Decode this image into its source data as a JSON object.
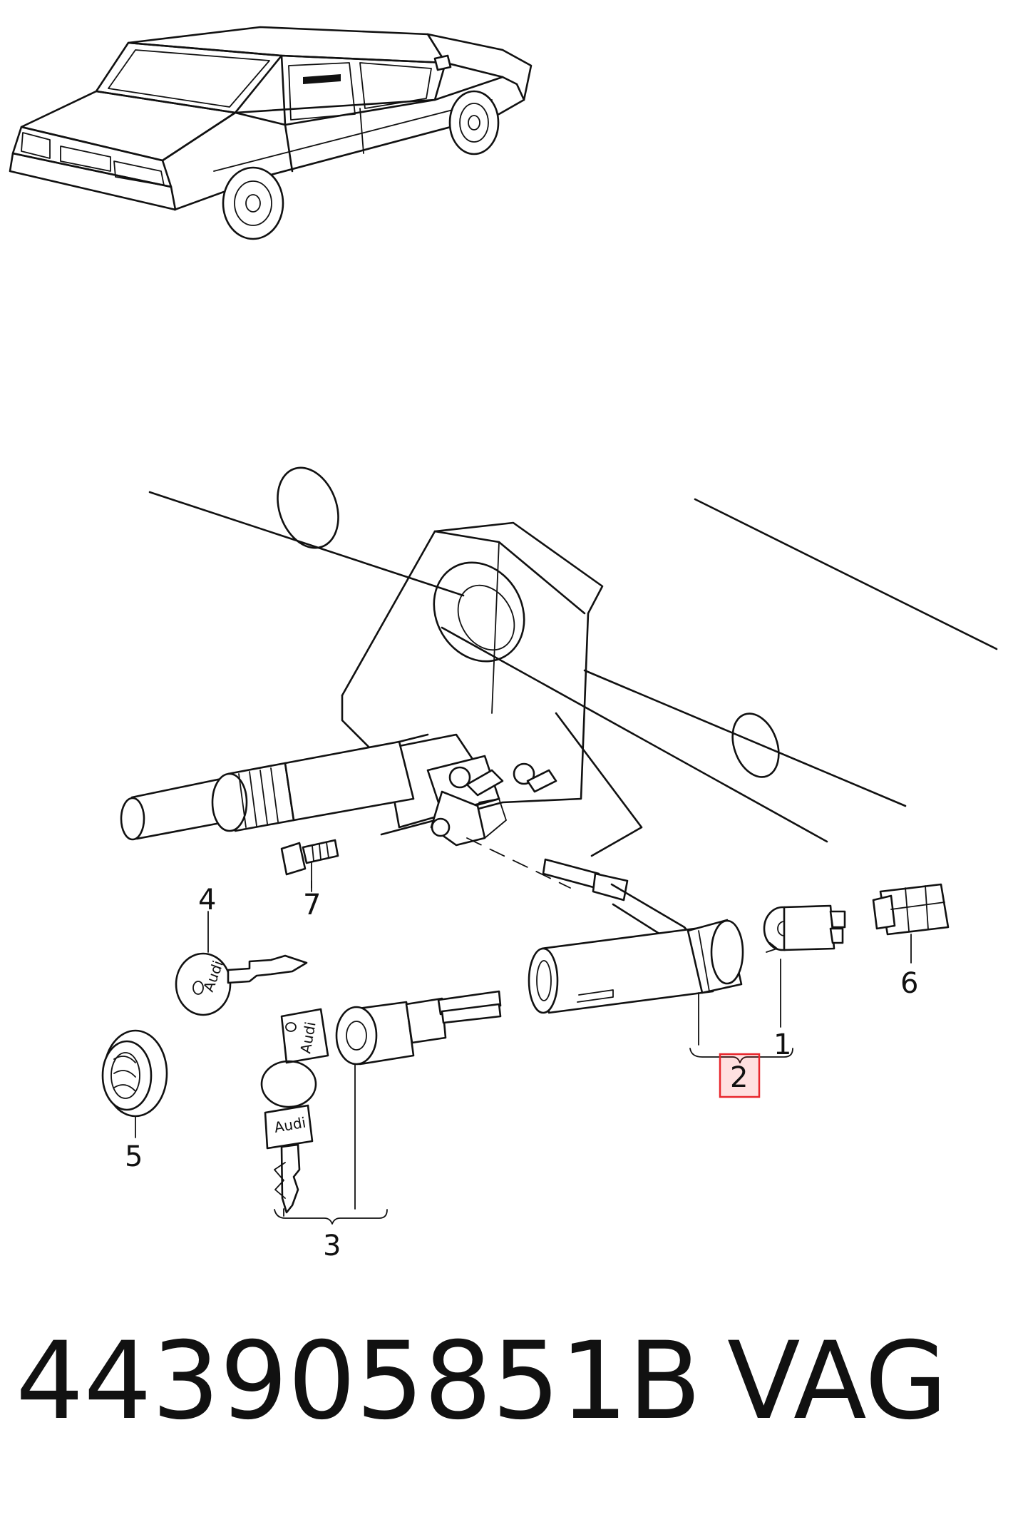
{
  "diagram": {
    "callouts": [
      {
        "id": "1",
        "label": "1"
      },
      {
        "id": "2",
        "label": "2"
      },
      {
        "id": "3",
        "label": "3"
      },
      {
        "id": "4",
        "label": "4"
      },
      {
        "id": "5",
        "label": "5"
      },
      {
        "id": "6",
        "label": "6"
      },
      {
        "id": "7",
        "label": "7"
      }
    ],
    "highlighted_callout": "2",
    "highlight_color": "#e8262c",
    "key_brand": "Audi",
    "footer": {
      "part_number": "443905851B",
      "brand": "VAG"
    }
  }
}
